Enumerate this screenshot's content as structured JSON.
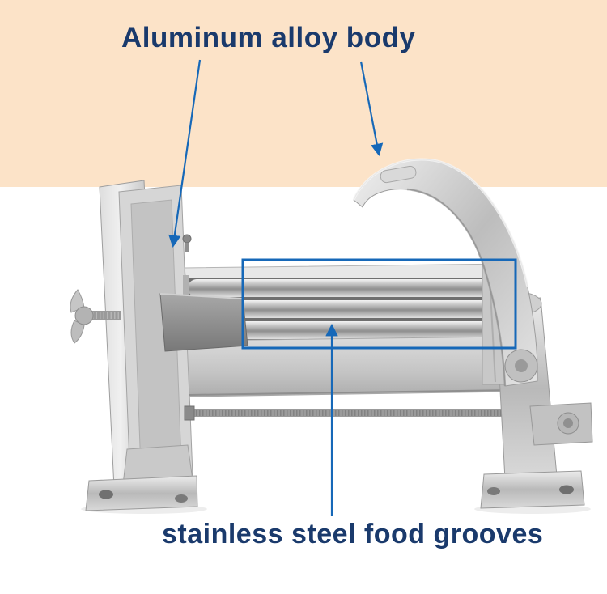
{
  "page": {
    "background_color": "#ffffff",
    "top_band_color": "#fce3c8"
  },
  "annotations": {
    "top_label": "Aluminum alloy body",
    "bottom_label": "stainless steel food grooves",
    "label_color": "#1a3a6c",
    "line_color": "#1668b8"
  },
  "product": {
    "image_name": "commercial-french-fry-cutter-photo",
    "metal_color": "#c7c7c7"
  }
}
